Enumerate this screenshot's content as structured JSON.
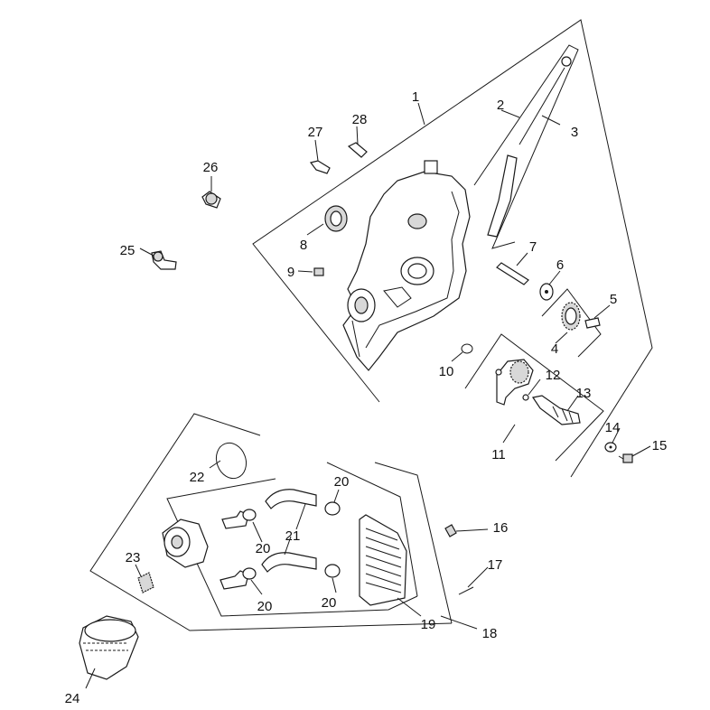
{
  "callouts": {
    "c1": "1",
    "c2": "2",
    "c3": "3",
    "c4": "4",
    "c5": "5",
    "c6": "6",
    "c7": "7",
    "c8": "8",
    "c9": "9",
    "c10": "10",
    "c11": "11",
    "c12": "12",
    "c13": "13",
    "c14": "14",
    "c15": "15",
    "c16": "16",
    "c17": "17",
    "c18": "18",
    "c19": "19",
    "c20a": "20",
    "c20b": "20",
    "c20c": "20",
    "c20d": "20",
    "c21": "21",
    "c22": "22",
    "c23": "23",
    "c24": "24",
    "c25": "25",
    "c26": "26",
    "c27": "27",
    "c28": "28"
  },
  "colors": {
    "line": "#1a1a1a",
    "fill": "#ffffff",
    "shade": "#d8d8d8"
  }
}
